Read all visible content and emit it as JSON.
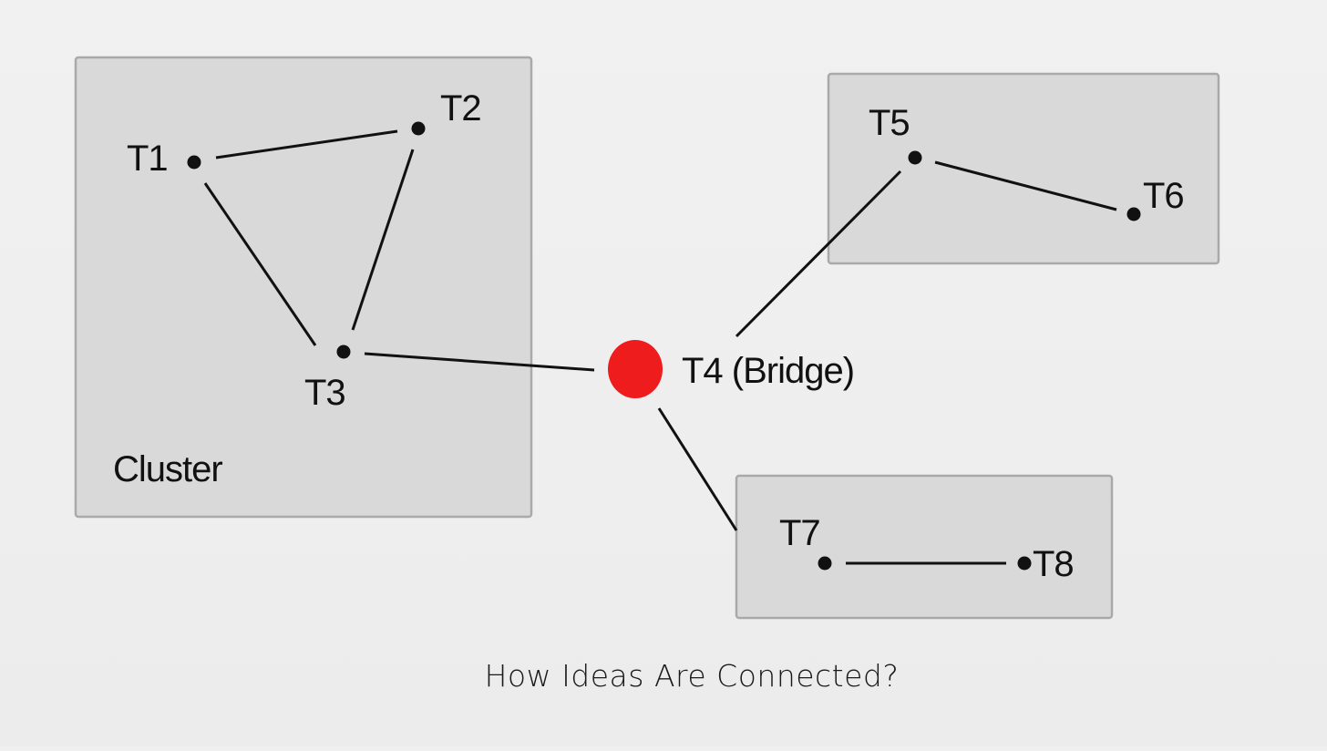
{
  "clusters": [
    {
      "id": "cluster-a",
      "label": "Cluster"
    },
    {
      "id": "cluster-b",
      "label": ""
    },
    {
      "id": "cluster-c",
      "label": ""
    }
  ],
  "nodes": [
    {
      "id": "T1",
      "label": "T1"
    },
    {
      "id": "T2",
      "label": "T2"
    },
    {
      "id": "T3",
      "label": "T3"
    },
    {
      "id": "T4",
      "label": "T4 (Bridge)"
    },
    {
      "id": "T5",
      "label": "T5"
    },
    {
      "id": "T6",
      "label": "T6"
    },
    {
      "id": "T7",
      "label": "T7"
    },
    {
      "id": "T8",
      "label": "T8"
    }
  ],
  "edges": [
    [
      "T1",
      "T2"
    ],
    [
      "T1",
      "T3"
    ],
    [
      "T2",
      "T3"
    ],
    [
      "T3",
      "T4"
    ],
    [
      "T4",
      "T5"
    ],
    [
      "T5",
      "T6"
    ],
    [
      "T4",
      "T7"
    ],
    [
      "T7",
      "T8"
    ]
  ],
  "colors": {
    "background": "#efefef",
    "cluster_fill": "#d9d9d9",
    "cluster_border": "#a9a9a9",
    "node": "#111111",
    "bridge_node": "#ee1c1c",
    "edge": "#111111"
  },
  "caption": "How Ideas Are Connected?"
}
